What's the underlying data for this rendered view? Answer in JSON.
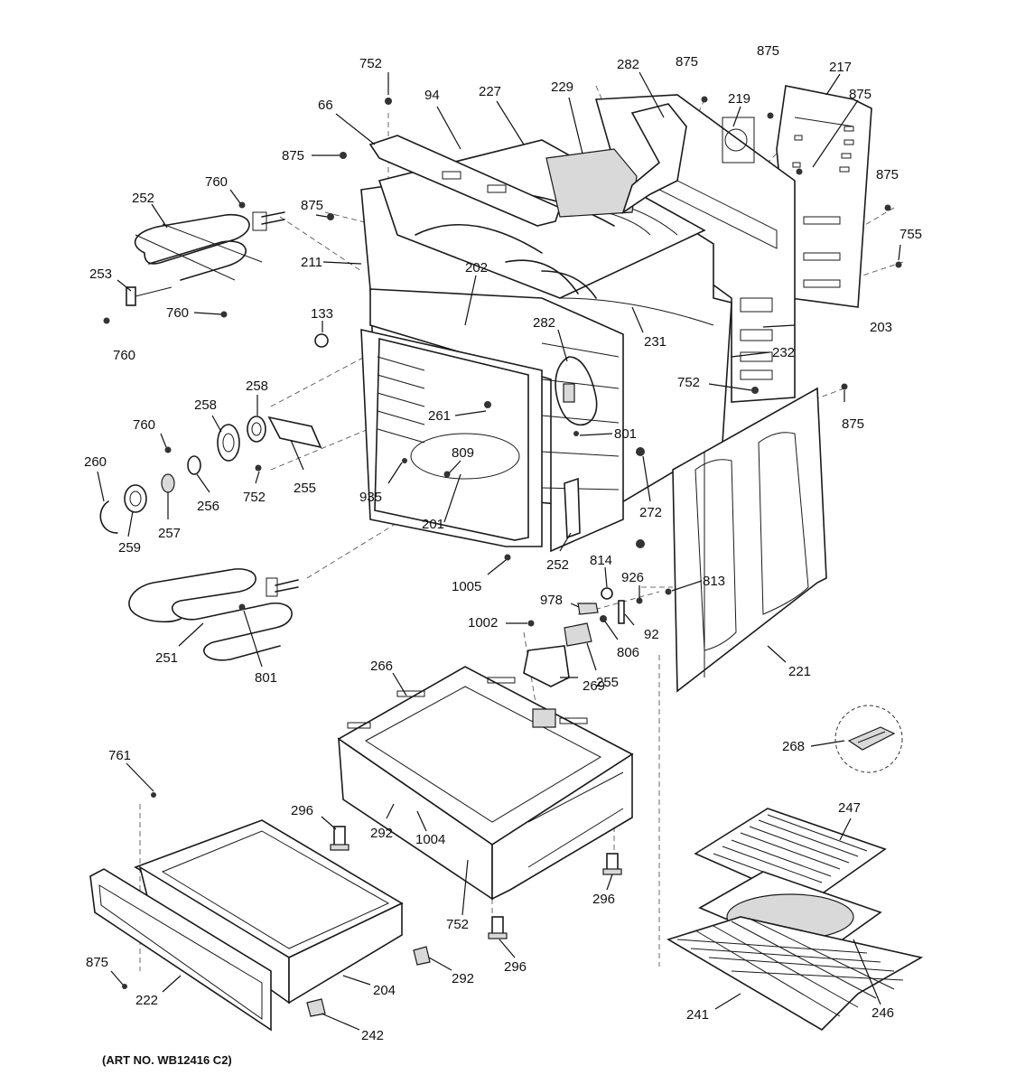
{
  "diagram": {
    "art_number": "(ART NO. WB12416 C2)",
    "labels": [
      {
        "id": "l01",
        "text": "752"
      },
      {
        "id": "l02",
        "text": "94"
      },
      {
        "id": "l03",
        "text": "227"
      },
      {
        "id": "l04",
        "text": "229"
      },
      {
        "id": "l05",
        "text": "282"
      },
      {
        "id": "l06",
        "text": "875"
      },
      {
        "id": "l07",
        "text": "875"
      },
      {
        "id": "l08",
        "text": "217"
      },
      {
        "id": "l09",
        "text": "66"
      },
      {
        "id": "l10",
        "text": "219"
      },
      {
        "id": "l11",
        "text": "875"
      },
      {
        "id": "l12",
        "text": "875"
      },
      {
        "id": "l13",
        "text": "760"
      },
      {
        "id": "l14",
        "text": "252"
      },
      {
        "id": "l15",
        "text": "875"
      },
      {
        "id": "l16",
        "text": "875"
      },
      {
        "id": "l17",
        "text": "211"
      },
      {
        "id": "l18",
        "text": "755"
      },
      {
        "id": "l19",
        "text": "253"
      },
      {
        "id": "l20",
        "text": "202"
      },
      {
        "id": "l21",
        "text": "760"
      },
      {
        "id": "l22",
        "text": "133"
      },
      {
        "id": "l23",
        "text": "203"
      },
      {
        "id": "l24",
        "text": "760"
      },
      {
        "id": "l25",
        "text": "231"
      },
      {
        "id": "l26",
        "text": "282"
      },
      {
        "id": "l27",
        "text": "232"
      },
      {
        "id": "l28",
        "text": "258"
      },
      {
        "id": "l29",
        "text": "258"
      },
      {
        "id": "l30",
        "text": "752"
      },
      {
        "id": "l31",
        "text": "875"
      },
      {
        "id": "l32",
        "text": "261"
      },
      {
        "id": "l33",
        "text": "760"
      },
      {
        "id": "l34",
        "text": "801"
      },
      {
        "id": "l35",
        "text": "260"
      },
      {
        "id": "l36",
        "text": "809"
      },
      {
        "id": "l37",
        "text": "255"
      },
      {
        "id": "l38",
        "text": "752"
      },
      {
        "id": "l39",
        "text": "256"
      },
      {
        "id": "l40",
        "text": "935"
      },
      {
        "id": "l41",
        "text": "257"
      },
      {
        "id": "l42",
        "text": "272"
      },
      {
        "id": "l43",
        "text": "259"
      },
      {
        "id": "l44",
        "text": "201"
      },
      {
        "id": "l45",
        "text": "252"
      },
      {
        "id": "l46",
        "text": "814"
      },
      {
        "id": "l47",
        "text": "1005"
      },
      {
        "id": "l48",
        "text": "926"
      },
      {
        "id": "l49",
        "text": "813"
      },
      {
        "id": "l50",
        "text": "978"
      },
      {
        "id": "l51",
        "text": "1002"
      },
      {
        "id": "l52",
        "text": "92"
      },
      {
        "id": "l53",
        "text": "806"
      },
      {
        "id": "l54",
        "text": "251"
      },
      {
        "id": "l55",
        "text": "801"
      },
      {
        "id": "l56",
        "text": "266"
      },
      {
        "id": "l57",
        "text": "255"
      },
      {
        "id": "l58",
        "text": "221"
      },
      {
        "id": "l59",
        "text": "269"
      },
      {
        "id": "l60",
        "text": "268"
      },
      {
        "id": "l61",
        "text": "761"
      },
      {
        "id": "l62",
        "text": "296"
      },
      {
        "id": "l63",
        "text": "292"
      },
      {
        "id": "l64",
        "text": "1004"
      },
      {
        "id": "l65",
        "text": "247"
      },
      {
        "id": "l66",
        "text": "296"
      },
      {
        "id": "l67",
        "text": "752"
      },
      {
        "id": "l68",
        "text": "296"
      },
      {
        "id": "l69",
        "text": "292"
      },
      {
        "id": "l70",
        "text": "875"
      },
      {
        "id": "l71",
        "text": "204"
      },
      {
        "id": "l72",
        "text": "222"
      },
      {
        "id": "l73",
        "text": "241"
      },
      {
        "id": "l74",
        "text": "246"
      },
      {
        "id": "l75",
        "text": "242"
      }
    ]
  }
}
